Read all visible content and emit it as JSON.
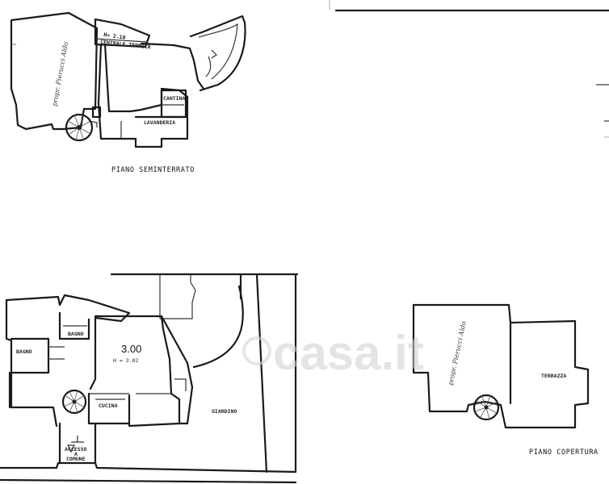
{
  "basement": {
    "title": "PIANO SEMINTERRATO",
    "height": "H= 2.10",
    "central_heating": "CENTRALE TERMICA",
    "cellar": "CANTINA",
    "laundry": "LAVANDERIA",
    "owner": "propr. Pierucci Aldo"
  },
  "ground": {
    "unit_number": "3.00",
    "height": "H = 3.02",
    "bath1": "BAGNO",
    "bath2": "BAGNO",
    "kitchen": "CUCINA",
    "garden": "GIARDINO",
    "access": "ACCESSO",
    "access_mid": "A",
    "access_common": "COMUNE"
  },
  "roof": {
    "title": "PIANO COPERTURA",
    "terrace": "TERRAZZA",
    "owner": "propr. Pierucci Aldo"
  },
  "watermark": "casa.it"
}
